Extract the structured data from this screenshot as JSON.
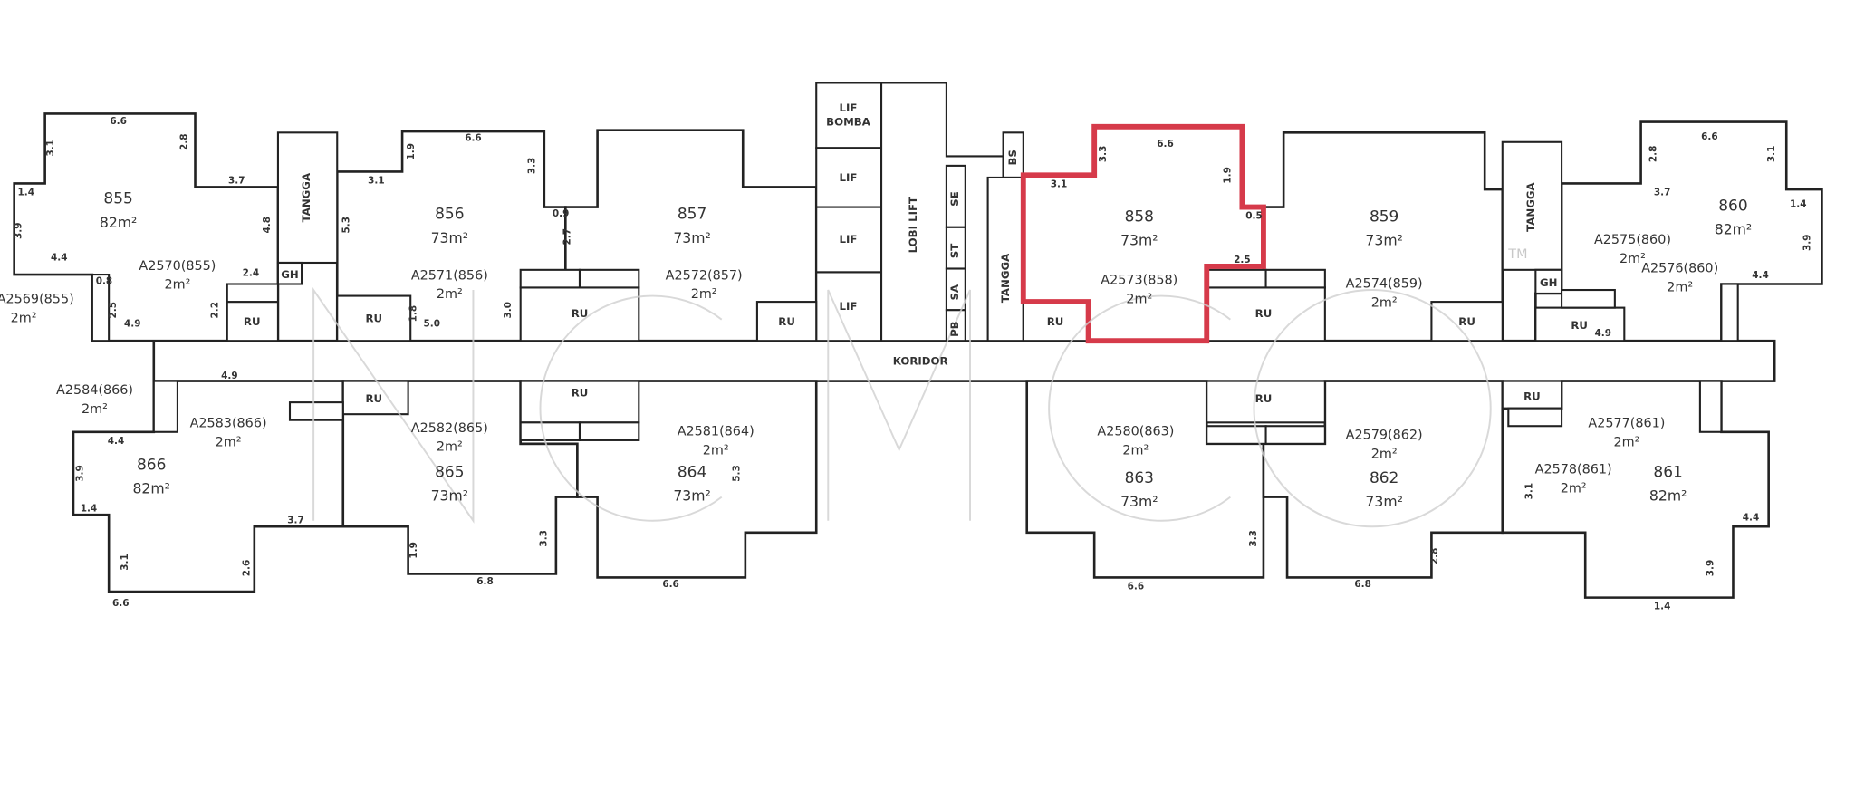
{
  "plan": {
    "highlight_color": "#d63a4a",
    "units": [
      {
        "id": "855",
        "area": "82m²"
      },
      {
        "id": "856",
        "area": "73m²"
      },
      {
        "id": "857",
        "area": "73m²"
      },
      {
        "id": "858",
        "area": "73m²"
      },
      {
        "id": "859",
        "area": "73m²"
      },
      {
        "id": "860",
        "area": "82m²"
      },
      {
        "id": "866",
        "area": "82m²"
      },
      {
        "id": "865",
        "area": "73m²"
      },
      {
        "id": "864",
        "area": "73m²"
      },
      {
        "id": "863",
        "area": "73m²"
      },
      {
        "id": "862",
        "area": "73m²"
      },
      {
        "id": "861",
        "area": "82m²"
      }
    ],
    "storages": [
      {
        "id": "A2570(855)",
        "area": "2m²"
      },
      {
        "id": "A2569(855)",
        "area": "2m²"
      },
      {
        "id": "A2571(856)",
        "area": "2m²"
      },
      {
        "id": "A2572(857)",
        "area": "2m²"
      },
      {
        "id": "A2573(858)",
        "area": "2m²"
      },
      {
        "id": "A2574(859)",
        "area": "2m²"
      },
      {
        "id": "A2575(860)",
        "area": "2m²"
      },
      {
        "id": "A2576(860)",
        "area": "2m²"
      },
      {
        "id": "A2584(866)",
        "area": "2m²"
      },
      {
        "id": "A2583(866)",
        "area": "2m²"
      },
      {
        "id": "A2582(865)",
        "area": "2m²"
      },
      {
        "id": "A2581(864)",
        "area": "2m²"
      },
      {
        "id": "A2580(863)",
        "area": "2m²"
      },
      {
        "id": "A2579(862)",
        "area": "2m²"
      },
      {
        "id": "A2577(861)",
        "area": "2m²"
      },
      {
        "id": "A2578(861)",
        "area": "2m²"
      }
    ],
    "services": {
      "tangga": "TANGGA",
      "lif_bomba_1": "LIF",
      "lif_bomba_2": "BOMBA",
      "lif": "LIF",
      "lobi_lift": "LOBI LIFT",
      "se": "SE",
      "st": "ST",
      "sa": "SA",
      "pb": "PB",
      "bs": "BS",
      "gh": "GH",
      "ru": "RU",
      "koridor": "KORIDOR"
    },
    "dimensions": [
      "6.6",
      "3.1",
      "2.8",
      "1.4",
      "3.9",
      "4.4",
      "3.7",
      "4.8",
      "2.4",
      "4.9",
      "2.5",
      "0.8",
      "2.2",
      "6.6",
      "1.9",
      "3.1",
      "3.3",
      "5.3",
      "0.9",
      "2.7",
      "5.0",
      "3.0",
      "1.8",
      "6.6",
      "3.3",
      "1.9",
      "3.1",
      "0.5",
      "2.5",
      "6.6",
      "2.8",
      "3.1",
      "1.4",
      "3.9",
      "4.4",
      "3.7",
      "4.9",
      "6.6",
      "3.1",
      "2.6",
      "3.7",
      "1.4",
      "3.9",
      "4.4",
      "4.9",
      "6.8",
      "1.9",
      "3.3",
      "6.6",
      "5.3",
      "6.6",
      "3.3",
      "6.8",
      "2.8",
      "3.1",
      "1.4",
      "3.9",
      "4.4"
    ],
    "watermark": "NCMCO",
    "watermark_tm": "TM"
  }
}
